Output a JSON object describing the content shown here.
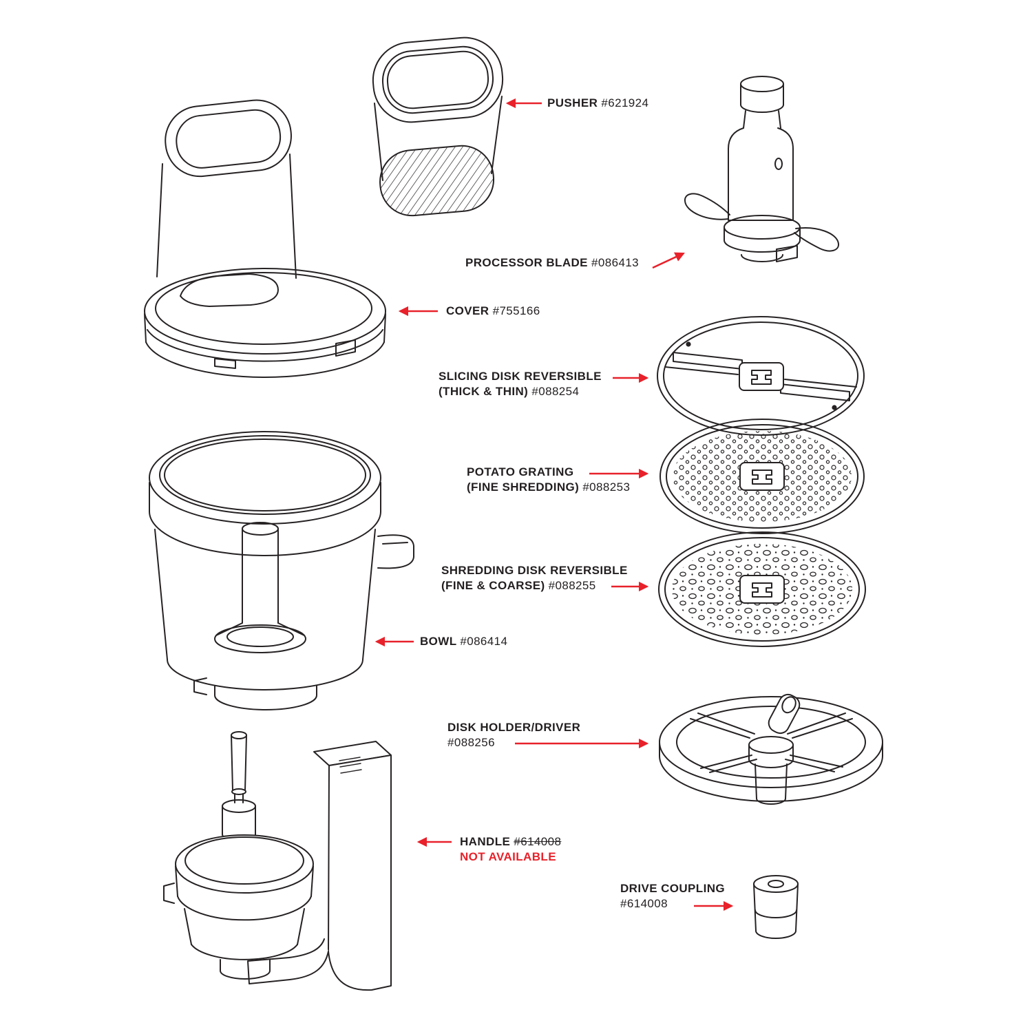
{
  "colors": {
    "accent": "#e8212a",
    "line": "#262223",
    "text": "#231f20"
  },
  "labels": {
    "pusher": {
      "name": "PUSHER",
      "number": "#621924"
    },
    "processor_blade": {
      "name": "PROCESSOR BLADE",
      "number": "#086413"
    },
    "cover": {
      "name": "COVER",
      "number": "#755166"
    },
    "slicing_disk": {
      "line1": "SLICING DISK REVERSIBLE",
      "line2": "(THICK & THIN)",
      "number": "#088254"
    },
    "potato_grating": {
      "line1": "POTATO GRATING",
      "line2": "(FINE SHREDDING)",
      "number": "#088253"
    },
    "shredding_disk": {
      "line1": "SHREDDING DISK REVERSIBLE",
      "line2": "(FINE & COARSE)",
      "number": "#088255"
    },
    "bowl": {
      "name": "BOWL",
      "number": "#086414"
    },
    "disk_holder": {
      "line1": "DISK HOLDER/DRIVER",
      "number": "#088256"
    },
    "handle": {
      "name": "HANDLE",
      "number": "#614008",
      "availability": "NOT AVAILABLE"
    },
    "drive_coupling": {
      "line1": "DRIVE COUPLING",
      "number": "#614008"
    }
  }
}
